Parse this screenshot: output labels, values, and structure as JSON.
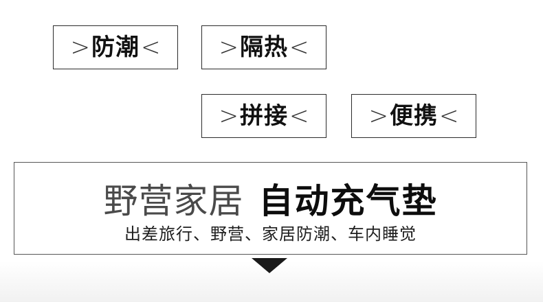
{
  "tags": [
    {
      "open": ">",
      "label": "防潮",
      "close": "<"
    },
    {
      "open": ">",
      "label": "隔热",
      "close": "<"
    },
    {
      "open": ">",
      "label": "拼接",
      "close": "<"
    },
    {
      "open": ">",
      "label": "便携",
      "close": "<"
    }
  ],
  "banner": {
    "title_light": "野营家居",
    "title_bold": "自动充气垫",
    "subtitle": "出差旅行、野营、家居防潮、车内睡觉"
  },
  "icons": {
    "down_arrow": "triangle-down-icon"
  },
  "colors": {
    "text": "#111111",
    "border": "#2a2a2a",
    "background": "#ffffff"
  }
}
